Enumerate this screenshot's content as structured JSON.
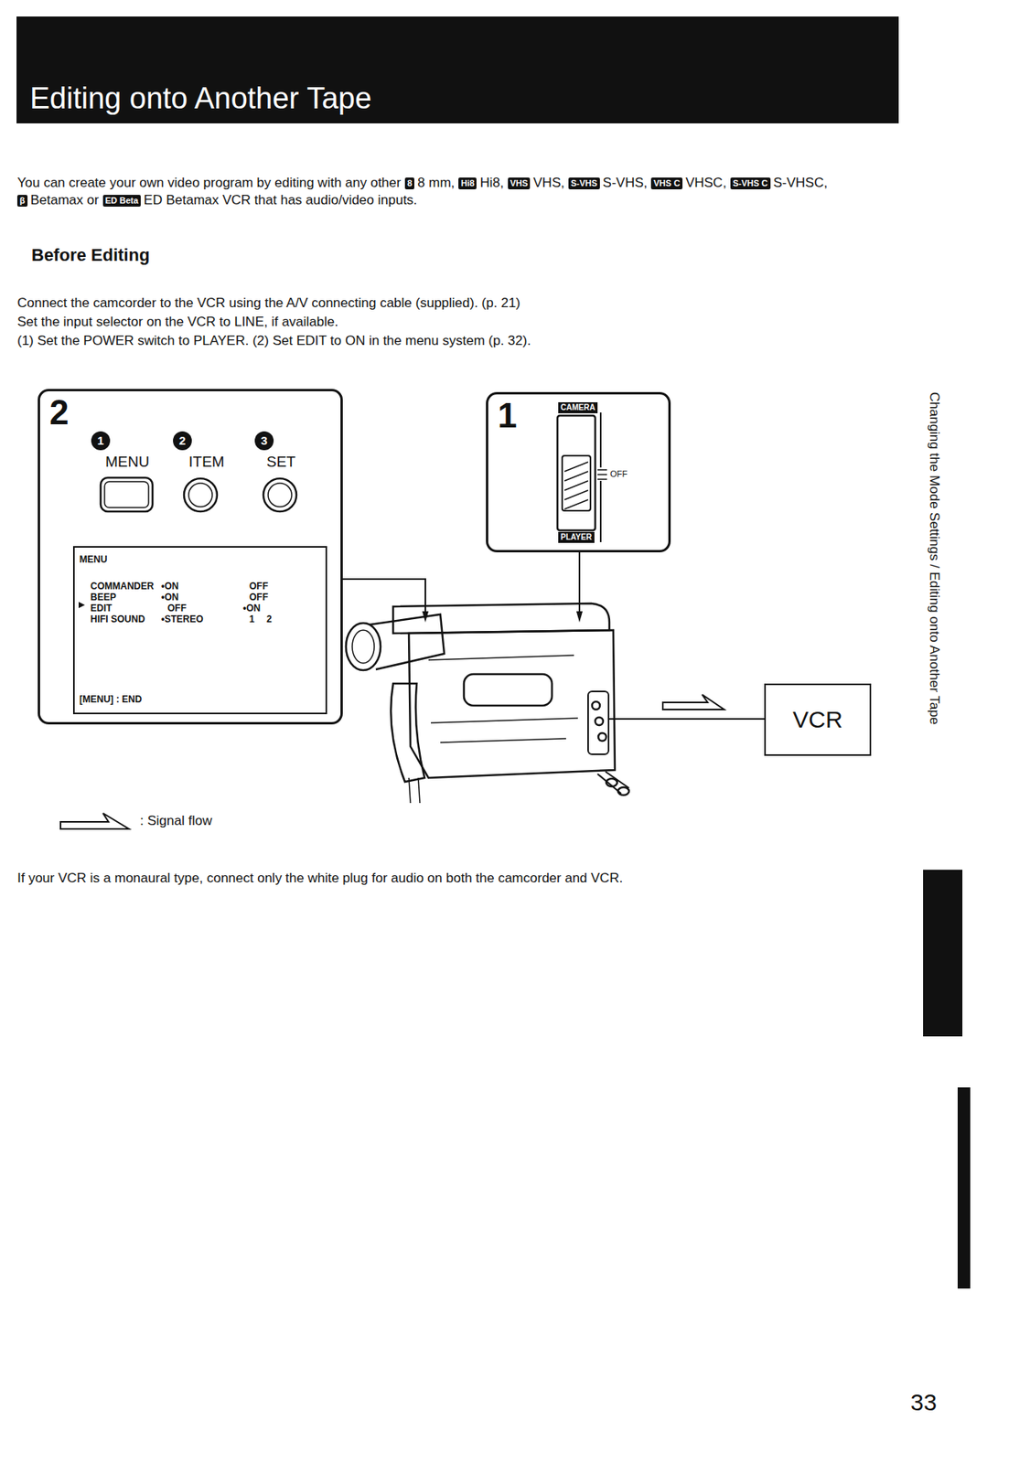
{
  "diagram": {
    "title": "Editing onto Another Tape",
    "nodes": [
      {
        "text": [
          "2"
        ]
      },
      {
        "text": [
          "MENU",
          "COMMANDER",
          "•ON",
          "OFF",
          "BEEP",
          "•ON",
          "OFF",
          "EDIT",
          "OFF",
          "•ON",
          "HIFI SOUND",
          "•STEREO",
          "1",
          "2",
          "[MENU] : END"
        ],
        "in": 0
      },
      {
        "text": [
          "1"
        ]
      },
      {
        "text": [
          "VCR"
        ]
      }
    ],
    "labels": [
      "You can create your own video program by editing with any other",
      "8",
      "8 mm,",
      "Hi8",
      "Hi8,",
      "VHS",
      "VHS,",
      "S-VHS",
      "S-VHS,",
      "VHS C",
      "VHSC,",
      "S-VHS C",
      "S-VHSC,",
      "β",
      "Betamax or",
      "ED Beta",
      "ED Betamax VCR that has audio/video inputs.",
      "Before Editing",
      "Connect the camcorder to the VCR using the A/V connecting cable (supplied). (p. 21)",
      "Set the input selector on the VCR to LINE, if available.",
      "(1) Set the POWER switch to PLAYER. (2) Set EDIT to ON in the menu system (p. 32).",
      "1",
      "2",
      "3",
      "MENU",
      "ITEM",
      "SET",
      "CAMERA",
      "OFF",
      "PLAYER",
      "If your VCR is a monaural type, connect only the white plug for audio on both the camcorder and VCR.",
      "Changing the Mode Settings / Editing onto Another Tape",
      "33"
    ],
    "legend": [
      {
        "text": ": Signal flow"
      }
    ]
  }
}
